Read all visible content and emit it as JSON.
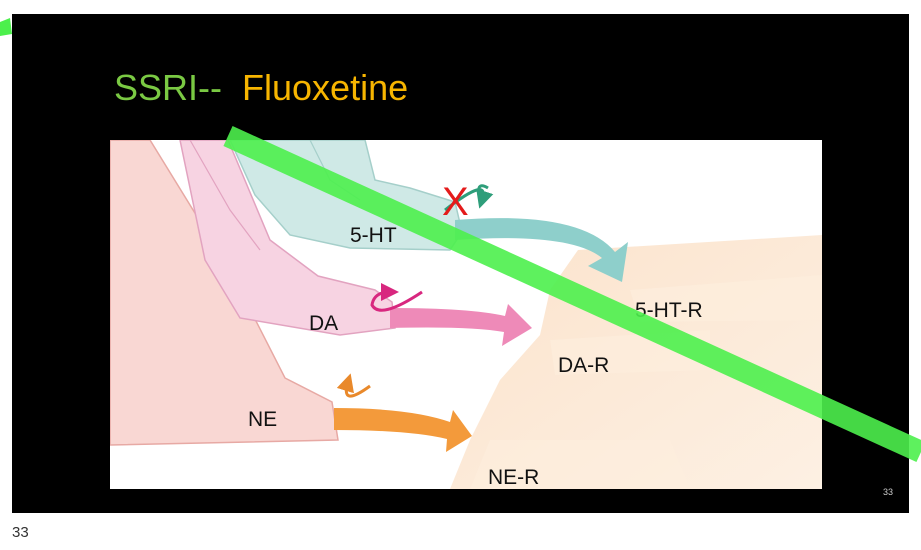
{
  "slide": {
    "title_part1": "SSRI--",
    "title_part2": "Fluoxetine",
    "slide_number": "33"
  },
  "diagram": {
    "labels": {
      "serotonin": "5-HT",
      "dopamine": "DA",
      "norepinephrine": "NE",
      "serotonin_receptor": "5-HT-R",
      "dopamine_receptor": "DA-R",
      "norepinephrine_receptor": "NE-R"
    },
    "block_mark": "X"
  },
  "page": {
    "number": "33"
  },
  "colors": {
    "title_ssri": "#7ac943",
    "title_drug": "#f7b500",
    "serotonin": "#8ecfcb",
    "dopamine": "#ee8ab8",
    "norepinephrine": "#f39a3b",
    "block_mark": "#e41b1b",
    "highlight_band": "#4cf04c"
  }
}
